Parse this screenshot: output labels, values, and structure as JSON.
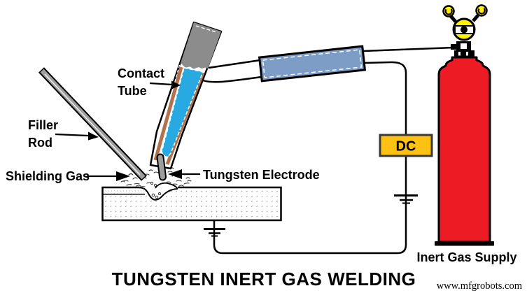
{
  "diagram": {
    "title": "TUNGSTEN INERT GAS WELDING",
    "watermark": "www.mfgrobots.com",
    "labels": {
      "contact_tube_line1": "Contact",
      "contact_tube_line2": "Tube",
      "filler_rod_line1": "Filler",
      "filler_rod_line2": "Rod",
      "shielding_gas": "Shielding Gas",
      "tungsten_electrode": "Tungsten Electrode",
      "dc_source": "DC",
      "inert_gas_supply": "Inert Gas Supply"
    },
    "colors": {
      "torch_handle_gray": "#8c8c8c",
      "contact_tube_copper": "#b1714d",
      "gas_channel_blue": "#29a9e1",
      "cable_block_blue": "#7d9cc6",
      "dc_box_yellow": "#fdc113",
      "cylinder_red": "#ed1c24",
      "regulator_yellow": "#fff200",
      "rod_gray": "#9e9e9e"
    }
  }
}
